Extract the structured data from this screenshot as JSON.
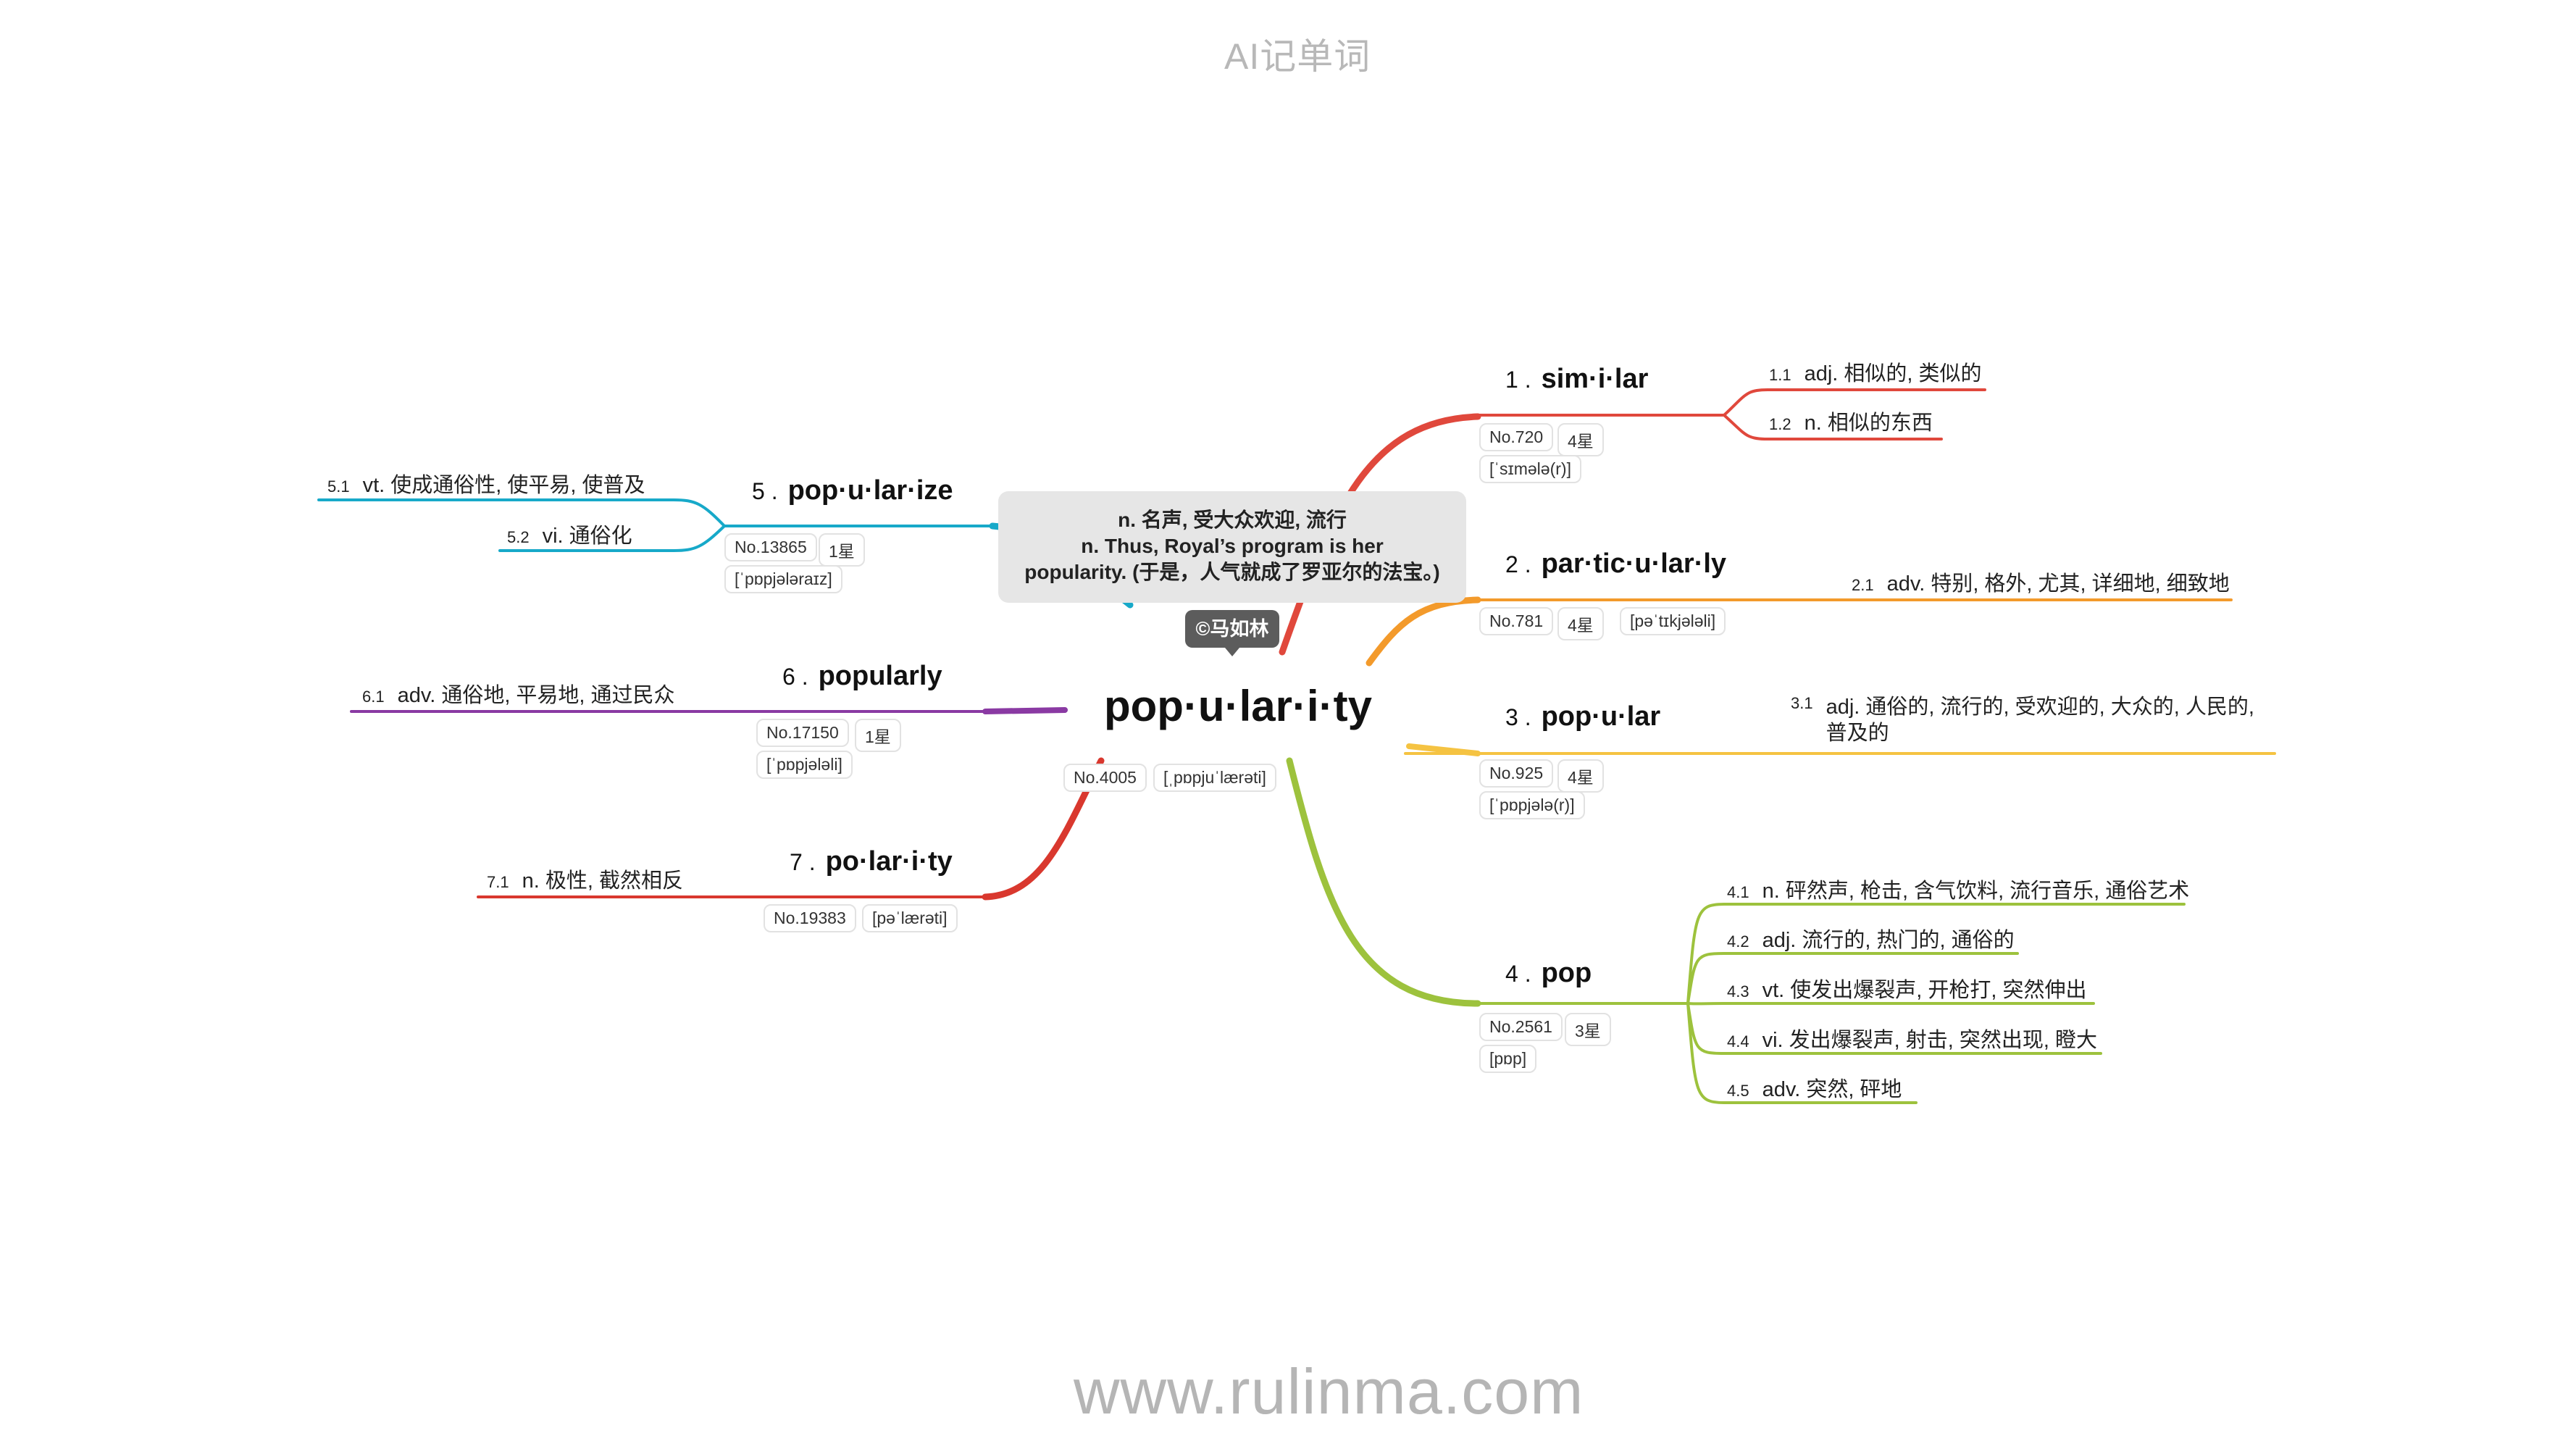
{
  "header": {
    "title": "AI记单词"
  },
  "footer": {
    "url": "www.rulinma.com"
  },
  "root": {
    "word": "pop·u·lar·i·ty",
    "rank": "No.4005",
    "ipa": "[ˌpɒpjuˈlærəti]",
    "note": {
      "line1": "n. 名声, 受大众欢迎, 流行",
      "line2": "n. Thus, Royal’s program is her",
      "line3": "popularity. (于是，人气就成了罗亚尔的法宝。)"
    },
    "badge": "©马如林"
  },
  "colors": {
    "red": "#e0483c",
    "orange": "#f39a2b",
    "yellow": "#f5c342",
    "green": "#9dc23d",
    "cyan": "#17a9c9",
    "purple": "#8a3aa3",
    "darkred": "#d9382e"
  },
  "branches": [
    {
      "num": "1 .",
      "word": "sim·i·lar",
      "rank": "No.720",
      "stars": "4星",
      "ipa": "[ˈsɪmələ(r)]",
      "defs": [
        {
          "idx": "1.1",
          "text": "adj. 相似的, 类似的"
        },
        {
          "idx": "1.2",
          "text": "n. 相似的东西"
        }
      ]
    },
    {
      "num": "2 .",
      "word": "par·tic·u·lar·ly",
      "rank": "No.781",
      "stars": "4星",
      "ipa": "[pəˈtɪkjələli]",
      "defs": [
        {
          "idx": "2.1",
          "text": "adv. 特别, 格外, 尤其, 详细地, 细致地"
        }
      ]
    },
    {
      "num": "3 .",
      "word": "pop·u·lar",
      "rank": "No.925",
      "stars": "4星",
      "ipa": "[ˈpɒpjələ(r)]",
      "defs": [
        {
          "idx": "3.1",
          "text": "adj. 通俗的, 流行的, 受欢迎的, 大众的, 人民的, 普及的"
        }
      ]
    },
    {
      "num": "4 .",
      "word": "pop",
      "rank": "No.2561",
      "stars": "3星",
      "ipa": "[pɒp]",
      "defs": [
        {
          "idx": "4.1",
          "text": "n. 砰然声, 枪击, 含气饮料, 流行音乐, 通俗艺术"
        },
        {
          "idx": "4.2",
          "text": "adj. 流行的, 热门的, 通俗的"
        },
        {
          "idx": "4.3",
          "text": "vt. 使发出爆裂声, 开枪打, 突然伸出"
        },
        {
          "idx": "4.4",
          "text": "vi. 发出爆裂声, 射击, 突然出现, 瞪大"
        },
        {
          "idx": "4.5",
          "text": "adv. 突然, 砰地"
        }
      ]
    },
    {
      "num": "5 .",
      "word": "pop·u·lar·ize",
      "rank": "No.13865",
      "stars": "1星",
      "ipa": "[ˈpɒpjələraɪz]",
      "defs": [
        {
          "idx": "5.1",
          "text": "vt. 使成通俗性, 使平易, 使普及"
        },
        {
          "idx": "5.2",
          "text": "vi. 通俗化"
        }
      ]
    },
    {
      "num": "6 .",
      "word": "popularly",
      "rank": "No.17150",
      "stars": "1星",
      "ipa": "[ˈpɒpjələli]",
      "defs": [
        {
          "idx": "6.1",
          "text": "adv. 通俗地, 平易地, 通过民众"
        }
      ]
    },
    {
      "num": "7 .",
      "word": "po·lar·i·ty",
      "rank": "No.19383",
      "ipa": "[pəˈlærəti]",
      "defs": [
        {
          "idx": "7.1",
          "text": "n. 极性, 截然相反"
        }
      ]
    }
  ]
}
